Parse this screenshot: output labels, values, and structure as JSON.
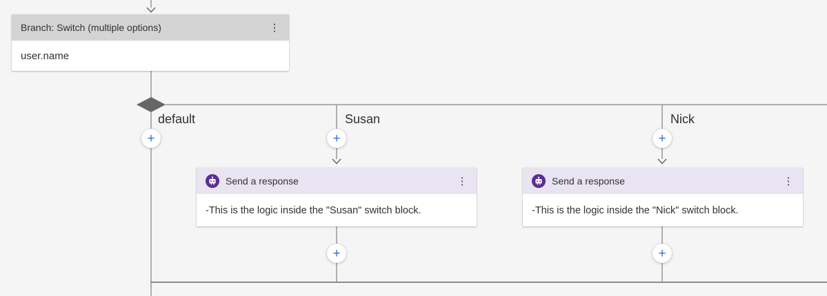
{
  "theme": {
    "canvas_bg": "#f5f5f5",
    "connector_gray": "#979797",
    "merge_line_gray": "#8b8b8b",
    "diamond_gray": "#666666",
    "switch_header_bg": "#d4d4d4",
    "response_header_bg": "#e8e4f1",
    "icon_purple": "#5c2d91",
    "plus_blue": "#3272d9",
    "text_dark": "#323130"
  },
  "icons": {
    "plus": "+",
    "more": "⋮"
  },
  "switch_node": {
    "title": "Branch: Switch (multiple options)",
    "condition": "user.name"
  },
  "branches": {
    "default": {
      "label": "default"
    },
    "susan": {
      "label": "Susan",
      "action": {
        "title": "Send a response",
        "body": "-This is the logic inside the \"Susan\" switch block."
      }
    },
    "nick": {
      "label": "Nick",
      "action": {
        "title": "Send a response",
        "body": "-This is the logic inside the \"Nick\" switch block."
      }
    }
  }
}
